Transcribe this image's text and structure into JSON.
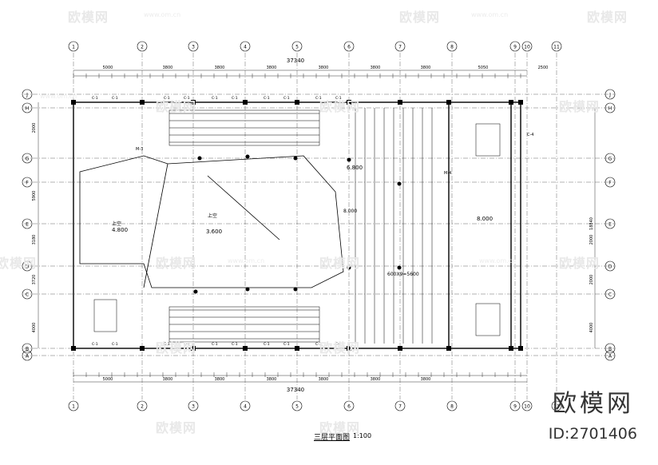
{
  "drawing": {
    "title": "三层平面图",
    "scale": "1:100",
    "watermark_brand": "欧模网",
    "watermark_url": "www.om.cn",
    "brand": "欧模网",
    "brand_id": "ID:2701406"
  },
  "axes": {
    "columns": [
      "1",
      "2",
      "3",
      "4",
      "5",
      "6",
      "7",
      "8",
      "9",
      "10",
      "11"
    ],
    "rows": [
      "A",
      "B",
      "C",
      "D",
      "E",
      "F",
      "G",
      "H",
      "J"
    ]
  },
  "dimensions": {
    "overall": "37340",
    "top_bays": [
      "5000",
      "3800",
      "3800",
      "3800",
      "3800",
      "3800",
      "3800",
      "5050",
      "2500"
    ],
    "bottom_bays": [
      "5000",
      "3800",
      "3800",
      "3800",
      "3800",
      "3800",
      "3800"
    ],
    "left_side": [
      "4000",
      "3720",
      "3180",
      "5900",
      "2000"
    ],
    "right_side": [
      "4000",
      "2000",
      "2000",
      "18840"
    ]
  },
  "labels": {
    "room_a": "上空",
    "room_b": "上空",
    "elev_a": "4.800",
    "elev_b": "3.600",
    "elev_c": "6.800",
    "elev_d": "8.000",
    "elev_e": "8.000",
    "door_m3": "M-3",
    "door_m4": "M-4",
    "window_c1": "C-1",
    "window_c4": "C-4",
    "dim_600": "600X9=5600"
  }
}
